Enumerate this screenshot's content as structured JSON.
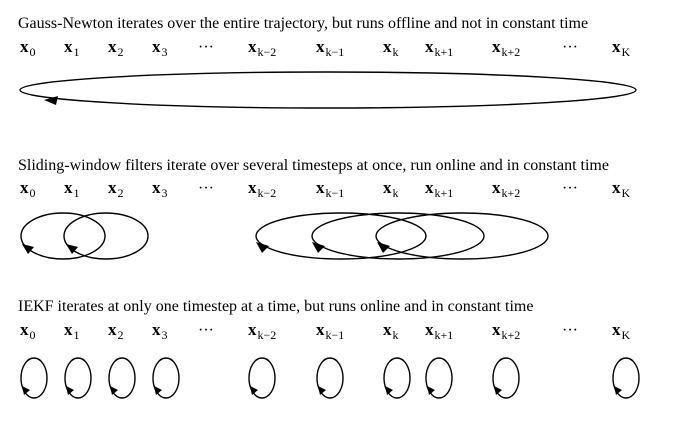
{
  "panels": [
    {
      "caption": "Gauss-Newton iterates over the entire trajectory, but runs offline and not in constant time",
      "states": [
        {
          "var": "x",
          "sub": "0"
        },
        {
          "var": "x",
          "sub": "1"
        },
        {
          "var": "x",
          "sub": "2"
        },
        {
          "var": "x",
          "sub": "3"
        },
        {
          "dots": "···"
        },
        {
          "var": "x",
          "sub": "k−2"
        },
        {
          "var": "x",
          "sub": "k−1"
        },
        {
          "var": "x",
          "sub": "k"
        },
        {
          "var": "x",
          "sub": "k+1"
        },
        {
          "var": "x",
          "sub": "k+2"
        },
        {
          "dots": "···"
        },
        {
          "var": "x",
          "sub": "K"
        }
      ]
    },
    {
      "caption": "Sliding-window filters iterate over several timesteps at once, run online and in constant time",
      "states": [
        {
          "var": "x",
          "sub": "0"
        },
        {
          "var": "x",
          "sub": "1"
        },
        {
          "var": "x",
          "sub": "2"
        },
        {
          "var": "x",
          "sub": "3"
        },
        {
          "dots": "···"
        },
        {
          "var": "x",
          "sub": "k−2"
        },
        {
          "var": "x",
          "sub": "k−1"
        },
        {
          "var": "x",
          "sub": "k"
        },
        {
          "var": "x",
          "sub": "k+1"
        },
        {
          "var": "x",
          "sub": "k+2"
        },
        {
          "dots": "···"
        },
        {
          "var": "x",
          "sub": "K"
        }
      ]
    },
    {
      "caption": "IEKF iterates at only one timestep at a time, but runs online and in constant time",
      "states": [
        {
          "var": "x",
          "sub": "0"
        },
        {
          "var": "x",
          "sub": "1"
        },
        {
          "var": "x",
          "sub": "2"
        },
        {
          "var": "x",
          "sub": "3"
        },
        {
          "dots": "···"
        },
        {
          "var": "x",
          "sub": "k−2"
        },
        {
          "var": "x",
          "sub": "k−1"
        },
        {
          "var": "x",
          "sub": "k"
        },
        {
          "var": "x",
          "sub": "k+1"
        },
        {
          "var": "x",
          "sub": "k+2"
        },
        {
          "dots": "···"
        },
        {
          "var": "x",
          "sub": "K"
        }
      ]
    }
  ]
}
